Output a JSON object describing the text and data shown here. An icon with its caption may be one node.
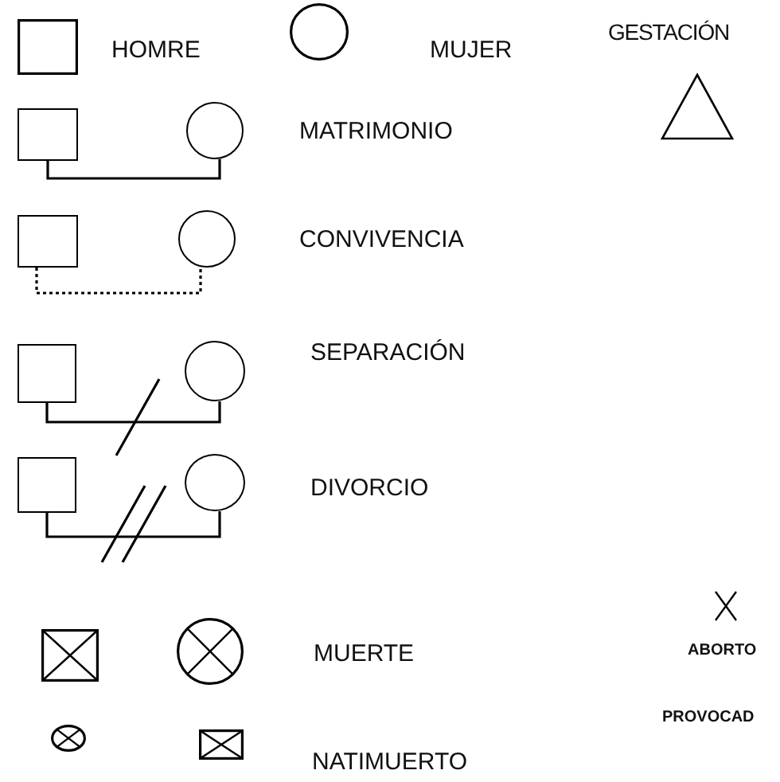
{
  "diagram": {
    "nodes": [
      {
        "text": [],
        "shape": "box"
      },
      {
        "text": [],
        "shape": "circle"
      },
      {
        "text": [],
        "shape": "box"
      },
      {
        "text": [],
        "shape": "circle"
      },
      {
        "text": [],
        "shape": "box"
      },
      {
        "text": [],
        "shape": "circle"
      },
      {
        "text": [],
        "shape": "box"
      },
      {
        "text": [],
        "shape": "circle"
      }
    ],
    "edges": [
      {
        "from": 0,
        "to": 1,
        "arrow": "none"
      },
      {
        "from": 2,
        "to": 3,
        "arrow": "none",
        "style": "dashed"
      },
      {
        "from": 4,
        "to": 5,
        "arrow": "none"
      },
      {
        "from": 6,
        "to": 7,
        "arrow": "none"
      }
    ],
    "labels": [
      "HOMRE",
      "MUJER",
      "GESTACIÓN",
      "MATRIMONIO",
      "CONVIVENCIA",
      "SEPARACIÓN",
      "DIVORCIO",
      "ABORTO",
      "MUERTE",
      "PROVOCAD",
      "NATIMUERTO"
    ]
  }
}
